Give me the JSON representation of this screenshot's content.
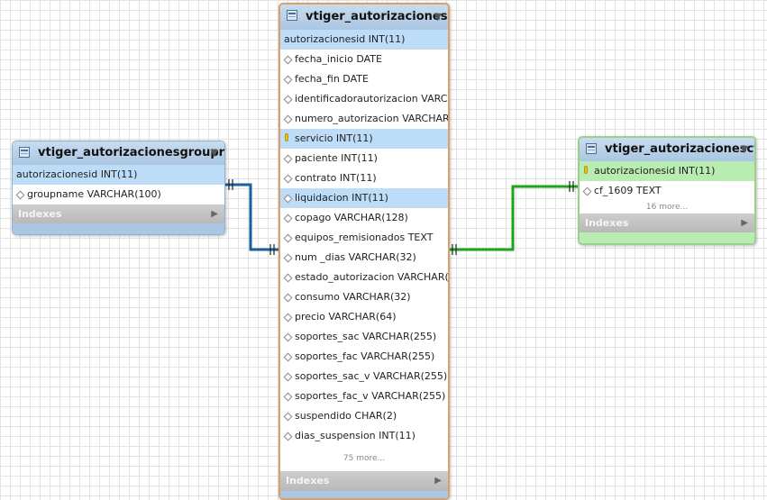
{
  "tables": {
    "grouprel": {
      "title": "vtiger_autorizacionesgrouprel",
      "columns": [
        {
          "label": "autorizacionesid INT(11)",
          "kind": "fk",
          "selected": true
        },
        {
          "label": "groupname VARCHAR(100)",
          "kind": "column",
          "selected": false
        }
      ],
      "indexes_label": "Indexes"
    },
    "main": {
      "title": "vtiger_autorizaciones",
      "columns": [
        {
          "label": "autorizacionesid INT(11)",
          "kind": "pk",
          "selected": true
        },
        {
          "label": "fecha_inicio DATE",
          "kind": "column"
        },
        {
          "label": "fecha_fin DATE",
          "kind": "column"
        },
        {
          "label": "identificadorautorizacion VARC...",
          "kind": "column"
        },
        {
          "label": "numero_autorizacion VARCHAR...",
          "kind": "column"
        },
        {
          "label": "servicio INT(11)",
          "kind": "key",
          "selected": true
        },
        {
          "label": "paciente INT(11)",
          "kind": "column"
        },
        {
          "label": "contrato INT(11)",
          "kind": "column"
        },
        {
          "label": "liquidacion INT(11)",
          "kind": "column",
          "selected": true
        },
        {
          "label": "copago VARCHAR(128)",
          "kind": "column"
        },
        {
          "label": "equipos_remisionados TEXT",
          "kind": "column"
        },
        {
          "label": "num _dias VARCHAR(32)",
          "kind": "column"
        },
        {
          "label": "estado_autorizacion VARCHAR(...",
          "kind": "column"
        },
        {
          "label": "consumo VARCHAR(32)",
          "kind": "column"
        },
        {
          "label": "precio VARCHAR(64)",
          "kind": "column"
        },
        {
          "label": "soportes_sac VARCHAR(255)",
          "kind": "column"
        },
        {
          "label": "soportes_fac VARCHAR(255)",
          "kind": "column"
        },
        {
          "label": "soportes_sac_v VARCHAR(255)",
          "kind": "column"
        },
        {
          "label": "soportes_fac_v VARCHAR(255)",
          "kind": "column"
        },
        {
          "label": "suspendido CHAR(2)",
          "kind": "column"
        },
        {
          "label": "dias_suspension INT(11)",
          "kind": "column"
        }
      ],
      "more_label": "75 more...",
      "indexes_label": "Indexes"
    },
    "cf": {
      "title": "vtiger_autorizacionescf",
      "columns": [
        {
          "label": "autorizacionesid INT(11)",
          "kind": "key",
          "selected": true
        },
        {
          "label": "cf_1609 TEXT",
          "kind": "column"
        }
      ],
      "more_label": "16 more...",
      "indexes_label": "Indexes"
    }
  },
  "colors": {
    "relation_blue": "#1a5f9e",
    "relation_green": "#1aa51a",
    "header_blue": "#aac6e2",
    "selected_row": "#bcdcf7",
    "selected_row_green": "#b9ecb1"
  },
  "icons": {
    "table": "table-icon",
    "collapse": "collapse-triangle-icon",
    "expand": "expand-arrow-icon",
    "column": "column-diamond-icon",
    "key": "key-icon"
  }
}
